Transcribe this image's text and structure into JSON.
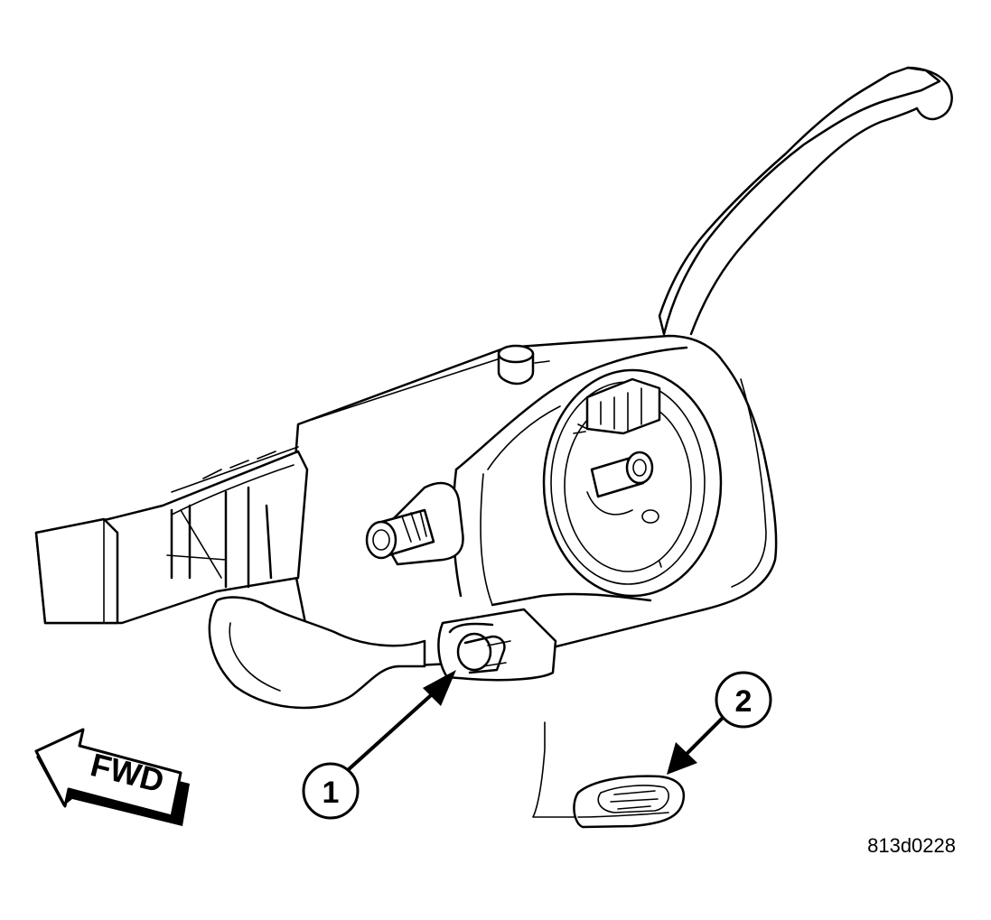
{
  "callouts": [
    {
      "id": "1",
      "label": "1"
    },
    {
      "id": "2",
      "label": "2"
    }
  ],
  "fwd_label": "FWD",
  "figure_ref": "813d0228"
}
